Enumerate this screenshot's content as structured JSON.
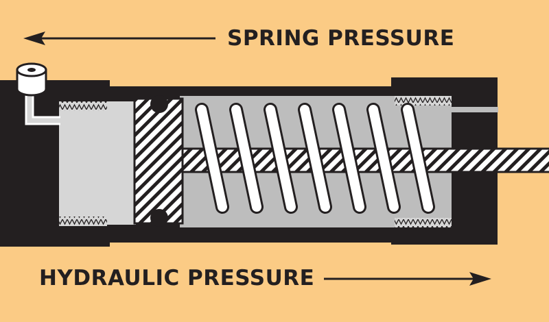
{
  "labels": {
    "spring_pressure": "SPRING PRESSURE",
    "hydraulic_pressure": "HYDRAULIC PRESSURE"
  },
  "colors": {
    "background": "#FBCB85",
    "body": "#231f20",
    "chamber": "#d6d6d6",
    "spring_chamber": "#bdbdbd",
    "spring": "#ffffff"
  },
  "icons": {
    "left_arrow": "arrow-left-icon",
    "right_arrow": "arrow-right-icon",
    "bleeder": "bleeder-valve-icon"
  },
  "spring": {
    "coil_count": 7
  }
}
